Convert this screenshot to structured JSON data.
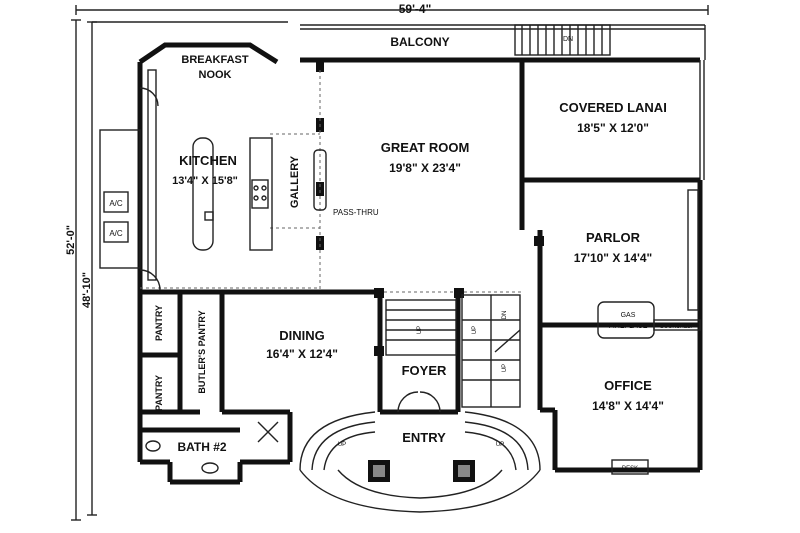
{
  "dimensions": {
    "width_top": "59'-4\"",
    "depth_outer": "52'-0\"",
    "depth_inner": "48'-10\""
  },
  "rooms": {
    "breakfast_nook_line1": "BREAKFAST",
    "breakfast_nook_line2": "NOOK",
    "balcony": "BALCONY",
    "balcony_stair": "DN",
    "kitchen_name": "KITCHEN",
    "kitchen_size": "13'4\" X 15'8\"",
    "gallery": "GALLERY",
    "pass_thru": "PASS-THRU",
    "great_room_name": "GREAT ROOM",
    "great_room_size": "19'8\" X 23'4\"",
    "lanai_name": "COVERED LANAI",
    "lanai_size": "18'5\" X 12'0\"",
    "parlor_name": "PARLOR",
    "parlor_size": "17'10\" X 14'4\"",
    "gas_fireplace_line1": "GAS",
    "gas_fireplace_line2": "FIREPLACE",
    "bookshelf": "BOOKSHELF",
    "dining_name": "DINING",
    "dining_size": "16'4\" X 12'4\"",
    "foyer": "FOYER",
    "entry": "ENTRY",
    "office_name": "OFFICE",
    "office_size": "14'8\" X 14'4\"",
    "desk": "DESK",
    "pantry_upper": "PANTRY",
    "pantry_lower": "PANTRY",
    "butlers_pantry": "BUTLER'S PANTRY",
    "bath2": "BATH #2",
    "ac1": "A/C",
    "ac2": "A/C",
    "up": "UP",
    "dn": "DN"
  }
}
